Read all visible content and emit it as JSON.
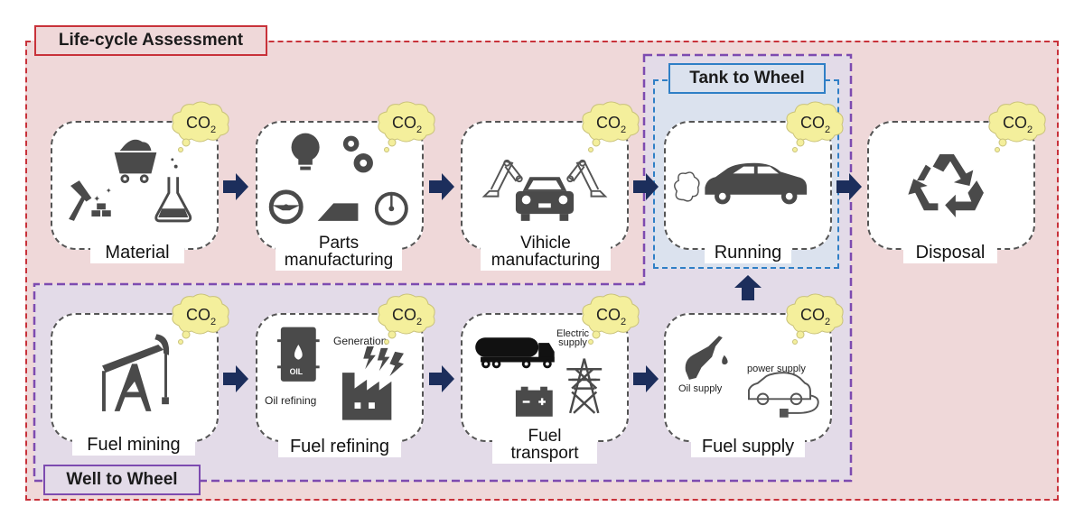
{
  "regions": {
    "lifecycle": {
      "label": "Life-cycle Assessment",
      "color": "#c8323a"
    },
    "well_to_wheel": {
      "label": "Well to Wheel",
      "color": "#7d4bb0"
    },
    "tank_to_wheel": {
      "label": "Tank to Wheel",
      "color": "#2f7fc6"
    }
  },
  "emission_badge": {
    "text": "CO",
    "subscript": "2",
    "color": "#f4ef9c"
  },
  "arrow_color": "#1c2e5c",
  "stages": {
    "material": {
      "label": "Material"
    },
    "parts": {
      "label_line1": "Parts",
      "label_line2": "manufacturing"
    },
    "vehicle": {
      "label_line1": "Vihicle",
      "label_line2": "manufacturing"
    },
    "running": {
      "label": "Running"
    },
    "disposal": {
      "label": "Disposal"
    },
    "fuel_mining": {
      "label": "Fuel mining"
    },
    "fuel_refining": {
      "label": "Fuel refining",
      "sub_labels": {
        "oil": "Oil refining",
        "generation": "Generation"
      },
      "barrel_text": "OIL"
    },
    "fuel_transport": {
      "label_line1": "Fuel",
      "label_line2": "transport",
      "sub_labels": {
        "electric_line1": "Electric",
        "electric_line2": "supply"
      }
    },
    "fuel_supply": {
      "label": "Fuel supply",
      "sub_labels": {
        "oil": "Oil supply",
        "power": "power supply"
      }
    }
  }
}
